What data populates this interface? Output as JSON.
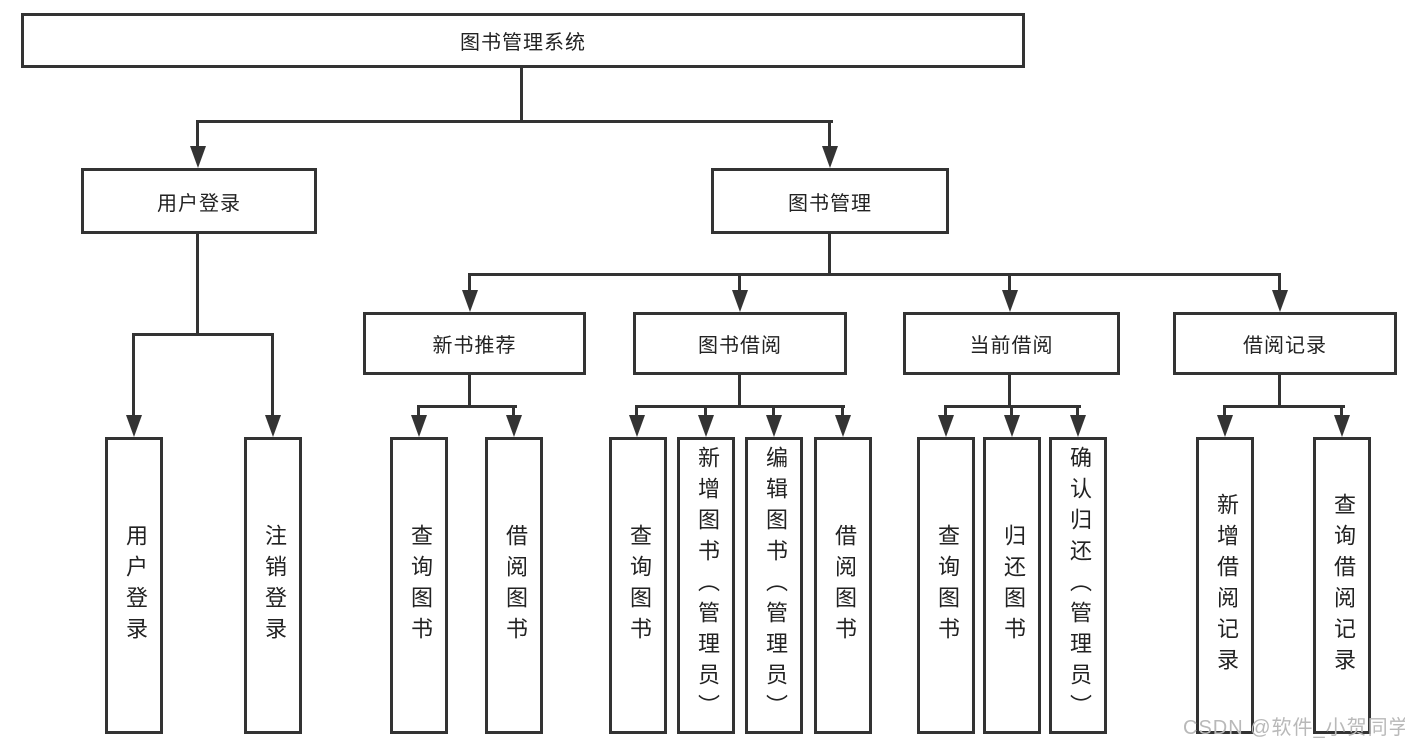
{
  "tree": {
    "root": {
      "label": "图书管理系统"
    },
    "user_login": {
      "label": "用户登录",
      "children": [
        {
          "label": "用户登录"
        },
        {
          "label": "注销登录"
        }
      ]
    },
    "book_management": {
      "label": "图书管理",
      "children": [
        {
          "label": "新书推荐",
          "children": [
            {
              "label": "查询图书"
            },
            {
              "label": "借阅图书"
            }
          ]
        },
        {
          "label": "图书借阅",
          "children": [
            {
              "label": "查询图书"
            },
            {
              "label": "新增图书（管理员）"
            },
            {
              "label": "编辑图书（管理员）"
            },
            {
              "label": "借阅图书"
            }
          ]
        },
        {
          "label": "当前借阅",
          "children": [
            {
              "label": "查询图书"
            },
            {
              "label": "归还图书"
            },
            {
              "label": "确认归还（管理员）"
            }
          ]
        },
        {
          "label": "借阅记录",
          "children": [
            {
              "label": "新增借阅记录"
            },
            {
              "label": "查询借阅记录"
            }
          ]
        }
      ]
    }
  },
  "watermark": {
    "text": "CSDN @软件_小贺同学"
  },
  "colors": {
    "line": "#333333",
    "box_background": "#ffffff",
    "text": "#222222",
    "watermark": "#b9b9b9"
  }
}
